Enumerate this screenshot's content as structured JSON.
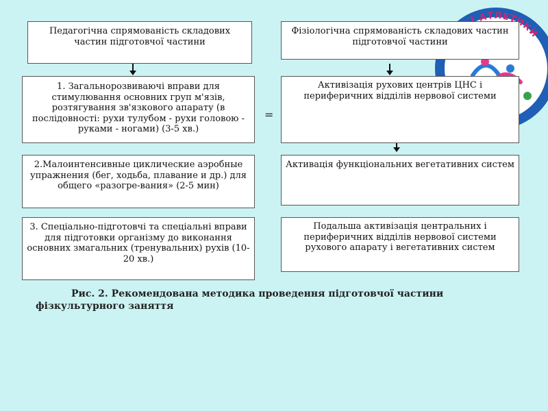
{
  "left_header": "Педагогічна спрямованість складових частин підготовчої частини",
  "right_header": "Фізіологічна спрямованість складових частин підготовчої частини",
  "left_steps": [
    "1. Загальнорозвиваючі вправи для стимулювання основних груп м'язів, розтягування зв'язкового апарату (в послідовності: рухи тулубом - рухи головою - руками - ногами) (3-5 хв.)",
    "2.Малоинтенсивные циклические аэробные упражнения (бег, ходьба, плавание и др.) для общего «разогре-вания» (2-5 мин)",
    "3. Спеціально-підготовчі та спеціальні вправи для підготовки організму до виконання основних змагальних (тренувальних) рухів (10-20 хв.)"
  ],
  "right_steps": [
    "Активізація рухових центрів ЦНС і периферичних відділів нервової системи",
    "Активація функціональних вегетативних систем",
    "Подальша активізація центральних і периферичних відділів нервової системи рухового апарату і вегетативних систем"
  ],
  "equals_sign": "=",
  "caption": {
    "line1": "Рис. 2. Рекомендована методика проведення підготовчої частини",
    "line2": "фізкультурного заняття"
  },
  "logo": {
    "text": "ЛЕГКОЇ АТЛЕТИКИ",
    "colors": [
      "#e23a8e",
      "#2a7bd6",
      "#f2c21b",
      "#3aa14b"
    ]
  }
}
